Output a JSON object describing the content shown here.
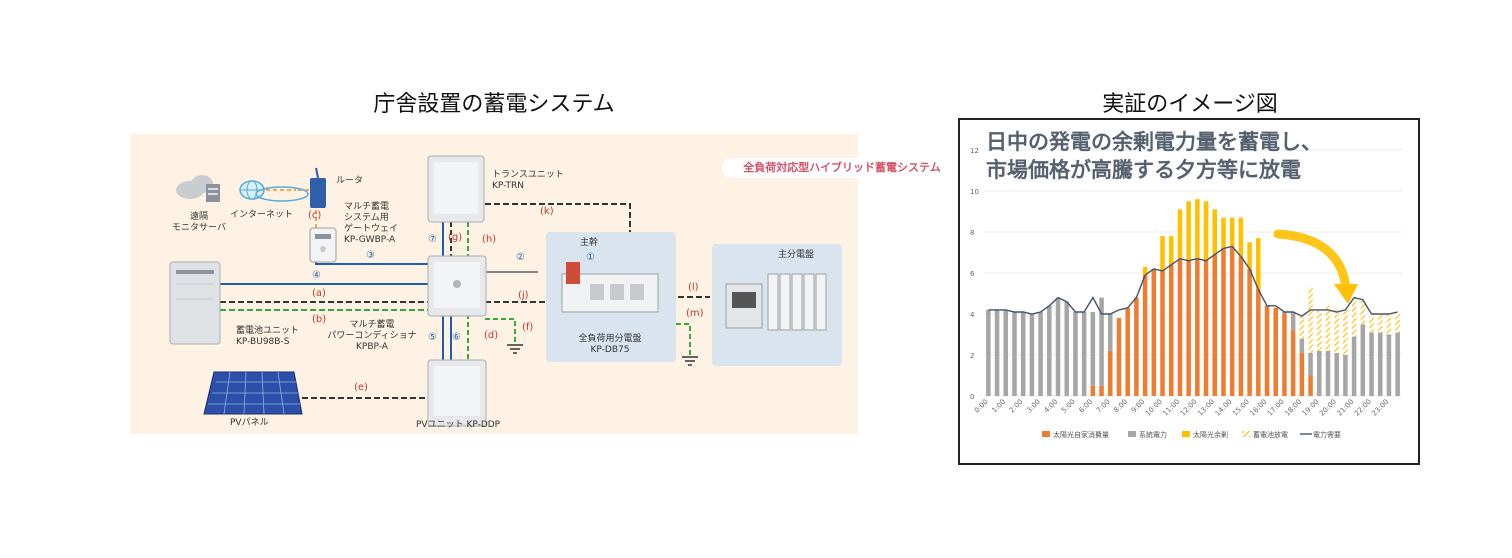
{
  "left": {
    "title": "庁舎設置の蓄電システム",
    "badge": "全負荷対応型ハイブリッド蓄電システム",
    "labels": {
      "remote": "遠隔\nモニタサーバ",
      "internet": "インターネット",
      "router": "ルータ",
      "gateway": "マルチ蓄電\nシステム用\nゲートウェイ\nKP-GWBP-A",
      "trans": "トランスユニット\nKP-TRN",
      "battery": "蓄電池ユニット\nKP-BU98B-S",
      "pcs": "マルチ蓄電\nパワーコンディショナ\nKPBP-A",
      "pvunit": "PVユニット KP-DDP",
      "pvpanel": "PVパネル",
      "dist": "全負荷用分電盤\nKP-DB75",
      "main_panel": "主分電盤",
      "main_switch": "主幹"
    },
    "tags": [
      "(a)",
      "(b)",
      "(c)",
      "(d)",
      "(e)",
      "(f)",
      "(g)",
      "(h)",
      "(j)",
      "(k)",
      "(l)",
      "(m)"
    ],
    "nums": [
      "①",
      "②",
      "③",
      "④",
      "⑤",
      "⑥",
      "⑦"
    ]
  },
  "right": {
    "title": "実証のイメージ図",
    "heading": "日中の発電の余剰電力量を蓄電し、\n市場価格が高騰する夕方等に放電"
  },
  "chart_data": {
    "type": "bar",
    "ylim": [
      0,
      12
    ],
    "yticks": [
      0,
      2,
      4,
      6,
      8,
      10,
      12
    ],
    "x": [
      "0:00",
      "0:30",
      "1:00",
      "1:30",
      "2:00",
      "2:30",
      "3:00",
      "3:30",
      "4:00",
      "4:30",
      "5:00",
      "5:30",
      "6:00",
      "6:30",
      "7:00",
      "7:30",
      "8:00",
      "8:30",
      "9:00",
      "9:30",
      "10:00",
      "10:30",
      "11:00",
      "11:30",
      "12:00",
      "12:30",
      "13:00",
      "13:30",
      "14:00",
      "14:30",
      "15:00",
      "15:30",
      "16:00",
      "16:30",
      "17:00",
      "17:30",
      "18:00",
      "18:30",
      "19:00",
      "19:30",
      "20:00",
      "20:30",
      "21:00",
      "21:30",
      "22:00",
      "22:30",
      "23:00",
      "23:30"
    ],
    "xticks": [
      "0:00",
      "1:00",
      "2:00",
      "3:00",
      "4:00",
      "5:00",
      "6:00",
      "7:00",
      "8:00",
      "9:00",
      "10:00",
      "11:00",
      "12:00",
      "13:00",
      "14:00",
      "15:00",
      "16:00",
      "17:00",
      "18:00",
      "19:00",
      "20:00",
      "21:00",
      "22:00",
      "23:00"
    ],
    "series": [
      {
        "name": "太陽光自家消費量",
        "values": [
          0,
          0,
          0,
          0,
          0,
          0,
          0,
          0,
          0,
          0,
          0,
          0,
          0.5,
          0.5,
          2.2,
          3.8,
          4.3,
          4.8,
          5.9,
          6.2,
          6.1,
          6.4,
          6.7,
          6.6,
          6.7,
          6.6,
          6.9,
          7.2,
          7.3,
          6.8,
          6.2,
          5.2,
          4.4,
          4.3,
          4.0,
          3.2,
          2.1,
          1.0,
          0,
          0,
          0,
          0,
          0,
          0,
          0,
          0,
          0,
          0
        ]
      },
      {
        "name": "系統電力",
        "values": [
          4.2,
          4.2,
          4.2,
          4.1,
          4.1,
          4.0,
          4.1,
          4.4,
          4.8,
          4.6,
          4.1,
          4.1,
          3.6,
          4.3,
          1.8,
          0,
          0,
          0,
          0,
          0,
          0,
          0,
          0,
          0,
          0,
          0,
          0,
          0,
          0,
          0,
          0,
          0,
          0,
          0,
          0.1,
          0.9,
          0.7,
          1.1,
          2.2,
          2.2,
          2.1,
          2.0,
          2.9,
          3.5,
          3.1,
          3.1,
          3.0,
          3.1
        ]
      },
      {
        "name": "太陽光余剰",
        "values": [
          0,
          0,
          0,
          0,
          0,
          0,
          0,
          0,
          0,
          0,
          0,
          0,
          0,
          0,
          0,
          0,
          0,
          0,
          0.4,
          0,
          1.7,
          1.4,
          2.4,
          2.9,
          2.9,
          2.9,
          2.2,
          1.5,
          1.4,
          1.9,
          1.3,
          2.5,
          0,
          0,
          0,
          0,
          0,
          0,
          0,
          0,
          0,
          0,
          0,
          0,
          0,
          0,
          0,
          0
        ]
      },
      {
        "name": "蓄電池放電",
        "values": [
          0,
          0,
          0,
          0,
          0,
          0,
          0,
          0,
          0,
          0,
          0,
          0,
          0,
          0,
          0,
          0,
          0,
          0,
          0,
          0,
          0,
          0,
          0,
          0,
          0,
          0,
          0,
          0,
          0,
          0,
          0,
          0,
          0,
          0,
          0,
          0,
          1.1,
          3.2,
          2.0,
          2.2,
          2.1,
          2.2,
          1.9,
          1.2,
          0.8,
          0.9,
          1.0,
          1.0
        ]
      },
      {
        "name": "電力需要",
        "values": [
          4.2,
          4.2,
          4.2,
          4.1,
          4.1,
          4.0,
          4.1,
          4.4,
          4.8,
          4.6,
          4.1,
          4.1,
          4.8,
          4.0,
          4.0,
          4.2,
          4.3,
          4.8,
          5.9,
          6.2,
          6.1,
          6.4,
          6.7,
          6.6,
          6.7,
          6.6,
          6.9,
          7.2,
          7.3,
          6.8,
          6.2,
          5.2,
          4.4,
          4.4,
          4.1,
          4.1,
          3.9,
          4.2,
          4.2,
          4.2,
          4.1,
          4.2,
          4.8,
          4.7,
          4.0,
          4.0,
          4.0,
          4.1
        ]
      }
    ],
    "colors": {
      "solar_self": "#ee7d31",
      "grid": "#a6a6a6",
      "surplus": "#ffc000",
      "discharge": "#ffc000",
      "demand": "#44546a",
      "arrow": "#ffc000"
    }
  }
}
